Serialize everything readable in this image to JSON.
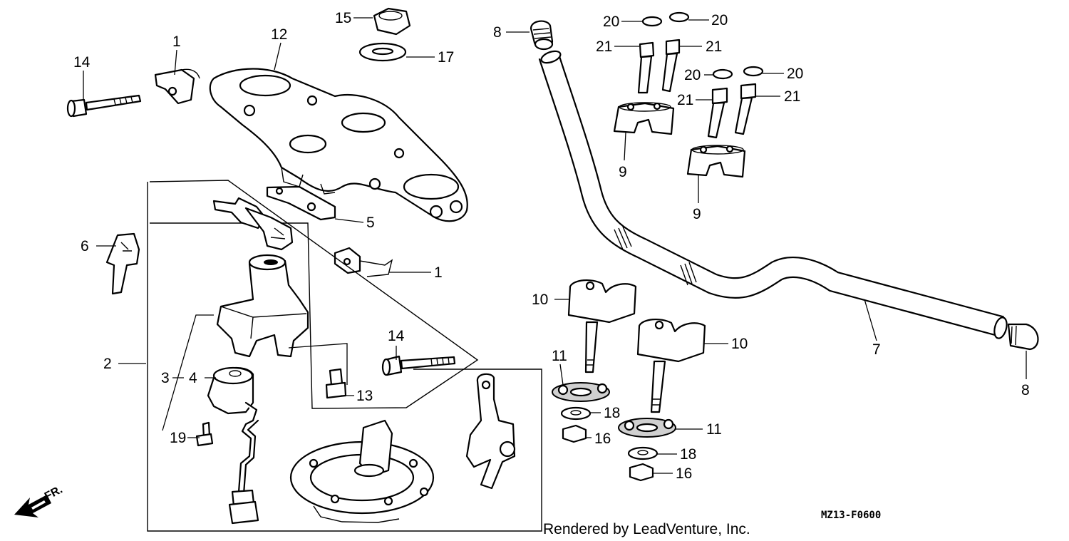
{
  "diagram": {
    "callouts": {
      "c1a": "1",
      "c1b": "1",
      "c2": "2",
      "c3": "3",
      "c4": "4",
      "c5": "5",
      "c6": "6",
      "c7": "7",
      "c8a": "8",
      "c8b": "8",
      "c9a": "9",
      "c9b": "9",
      "c10a": "10",
      "c10b": "10",
      "c11a": "11",
      "c11b": "11",
      "c12": "12",
      "c13": "13",
      "c14a": "14",
      "c14b": "14",
      "c15": "15",
      "c16a": "16",
      "c16b": "16",
      "c17": "17",
      "c18a": "18",
      "c18b": "18",
      "c19": "19",
      "c20a": "20",
      "c20b": "20",
      "c20c": "20",
      "c20d": "20",
      "c21a": "21",
      "c21b": "21",
      "c21c": "21",
      "c21d": "21"
    },
    "direction_label": "FR.",
    "drawing_code": "MZ13-F0600",
    "credit": "Rendered by LeadVenture, Inc."
  }
}
